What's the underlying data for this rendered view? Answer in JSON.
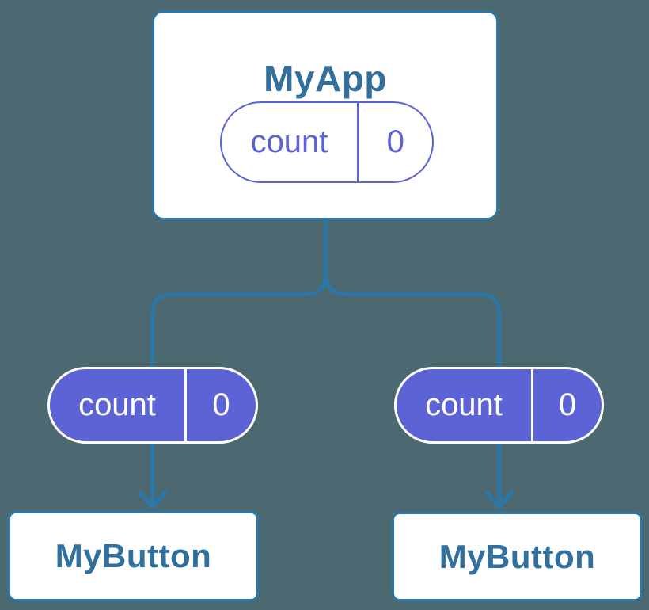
{
  "diagram": {
    "type": "component-tree",
    "root": {
      "title": "MyApp",
      "state": {
        "label": "count",
        "value": "0"
      }
    },
    "edges": [
      {
        "prop": {
          "label": "count",
          "value": "0"
        }
      },
      {
        "prop": {
          "label": "count",
          "value": "0"
        }
      }
    ],
    "children": [
      {
        "title": "MyButton"
      },
      {
        "title": "MyButton"
      }
    ]
  },
  "colors": {
    "background": "#4c6972",
    "connector": "#2b77a8",
    "card_fill": "#ffffff",
    "card_border": "#2b77a8",
    "card_title": "#31709c",
    "state_purple": "#5c63d5",
    "state_on_purple": "#ffffff"
  }
}
